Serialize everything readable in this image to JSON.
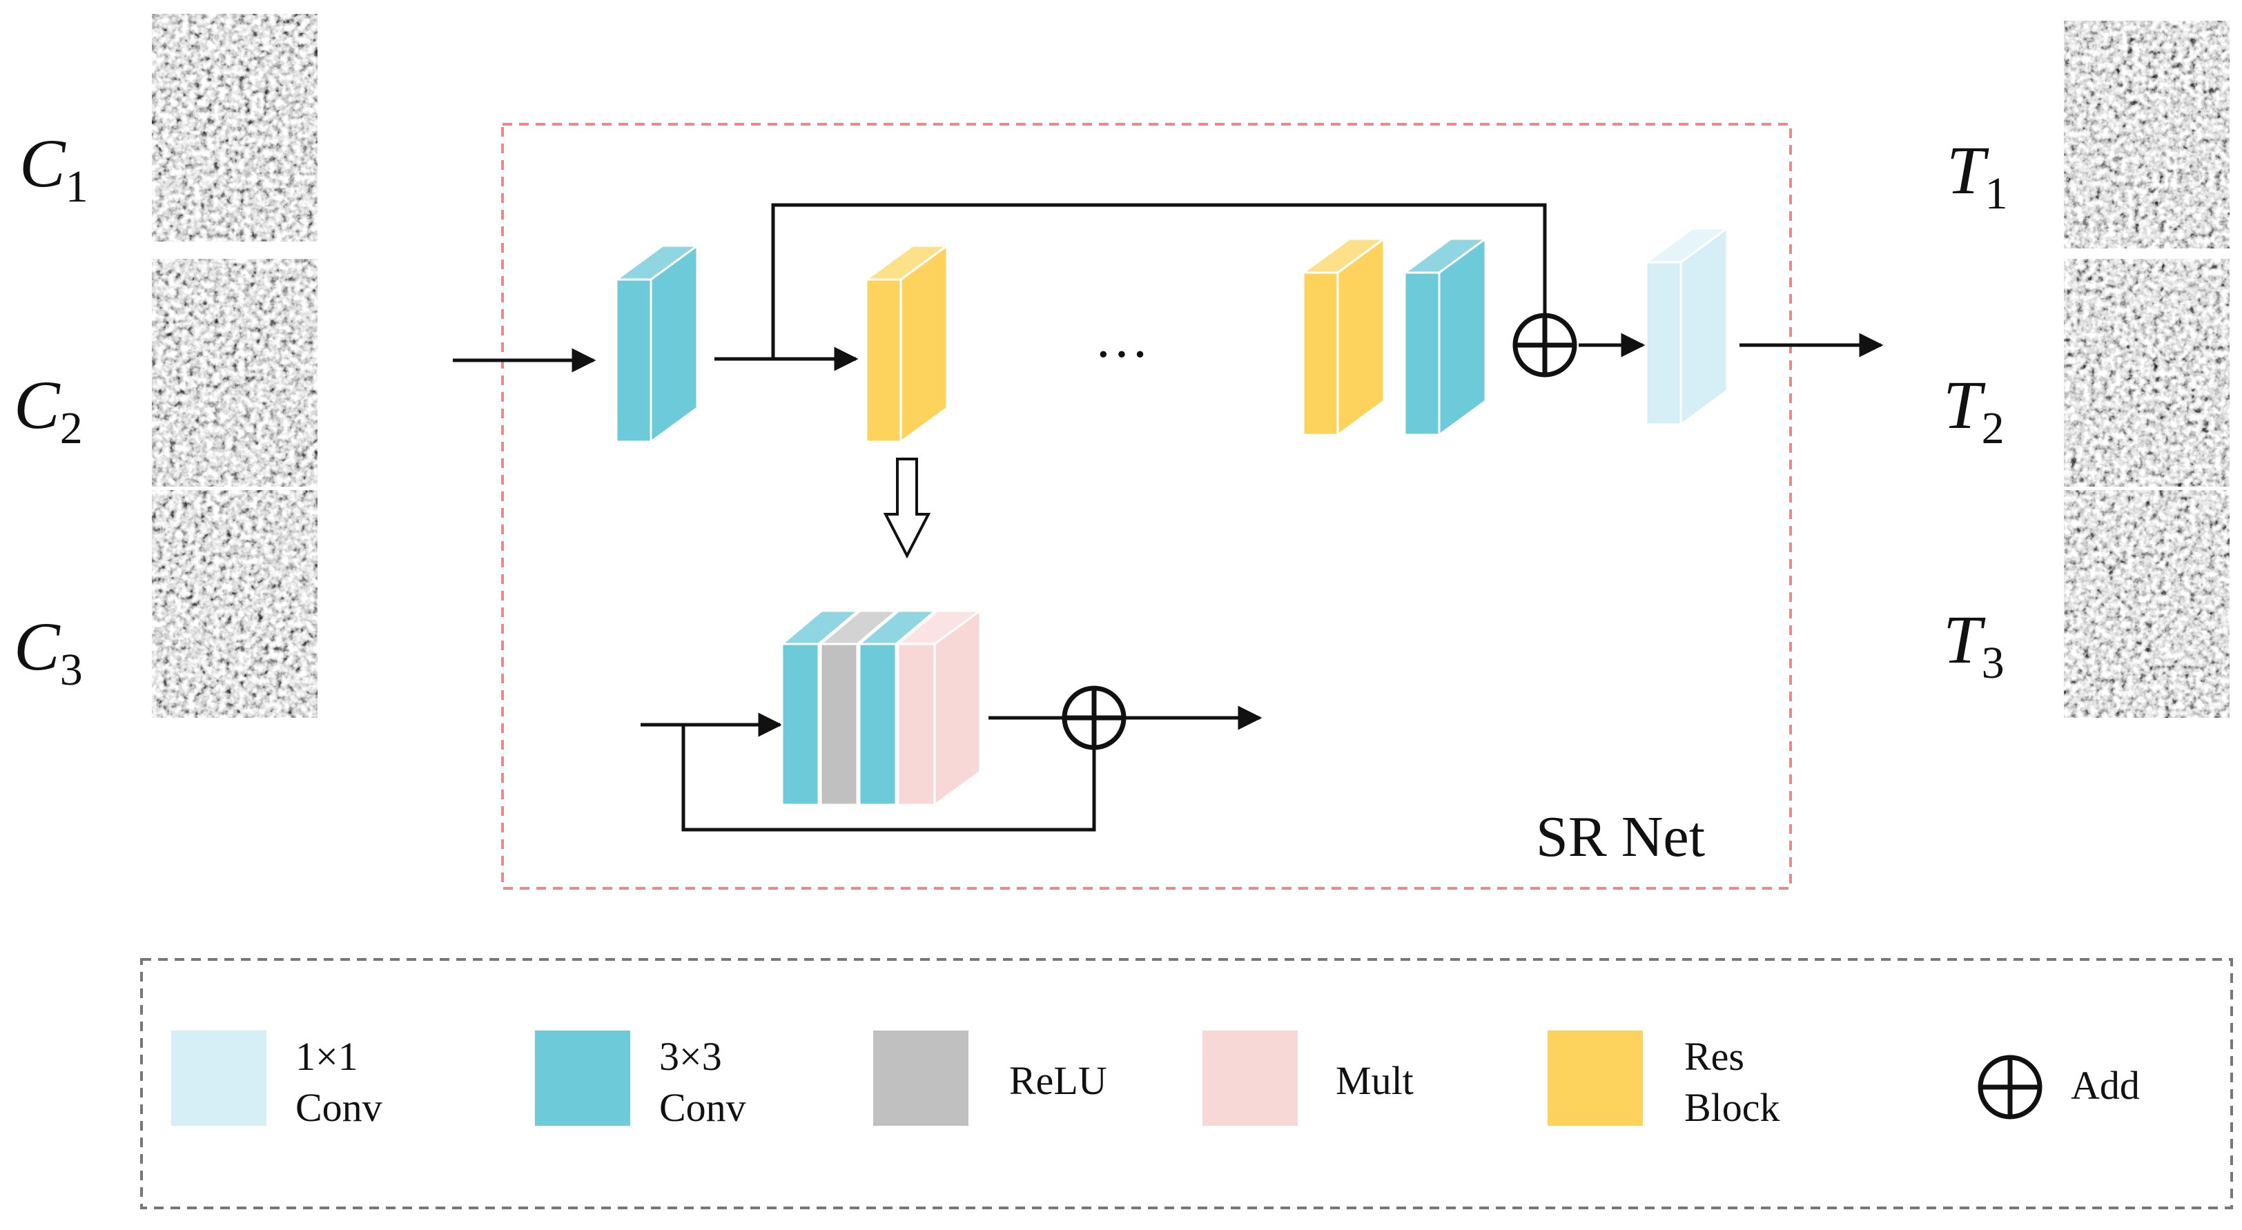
{
  "inputs": [
    {
      "letter": "C",
      "sub": "1"
    },
    {
      "letter": "C",
      "sub": "2"
    },
    {
      "letter": "C",
      "sub": "3"
    }
  ],
  "outputs": [
    {
      "letter": "T",
      "sub": "1"
    },
    {
      "letter": "T",
      "sub": "2"
    },
    {
      "letter": "T",
      "sub": "3"
    }
  ],
  "network": {
    "label": "SR Net",
    "ellipsis": "···"
  },
  "legend": {
    "conv1": {
      "line1": "1×1",
      "line2": "Conv",
      "color": "#d6eef5"
    },
    "conv3": {
      "line1": "3×3",
      "line2": "Conv",
      "color": "#6ccad9"
    },
    "relu": {
      "label": "ReLU",
      "color": "#c0c0c0"
    },
    "mult": {
      "label": "Mult",
      "color": "#f8d7d7"
    },
    "res": {
      "line1": "Res",
      "line2": "Block",
      "color": "#fdd35e"
    },
    "add": {
      "label": "Add",
      "icon": "circle-plus-icon"
    }
  },
  "colors": {
    "box_border": "#e88a8a",
    "legend_border": "#777777",
    "conv3": "#6ccad9",
    "conv1": "#d6eef5",
    "res": "#fdd35e",
    "relu": "#c0c0c0",
    "mult": "#f8d7d7"
  }
}
